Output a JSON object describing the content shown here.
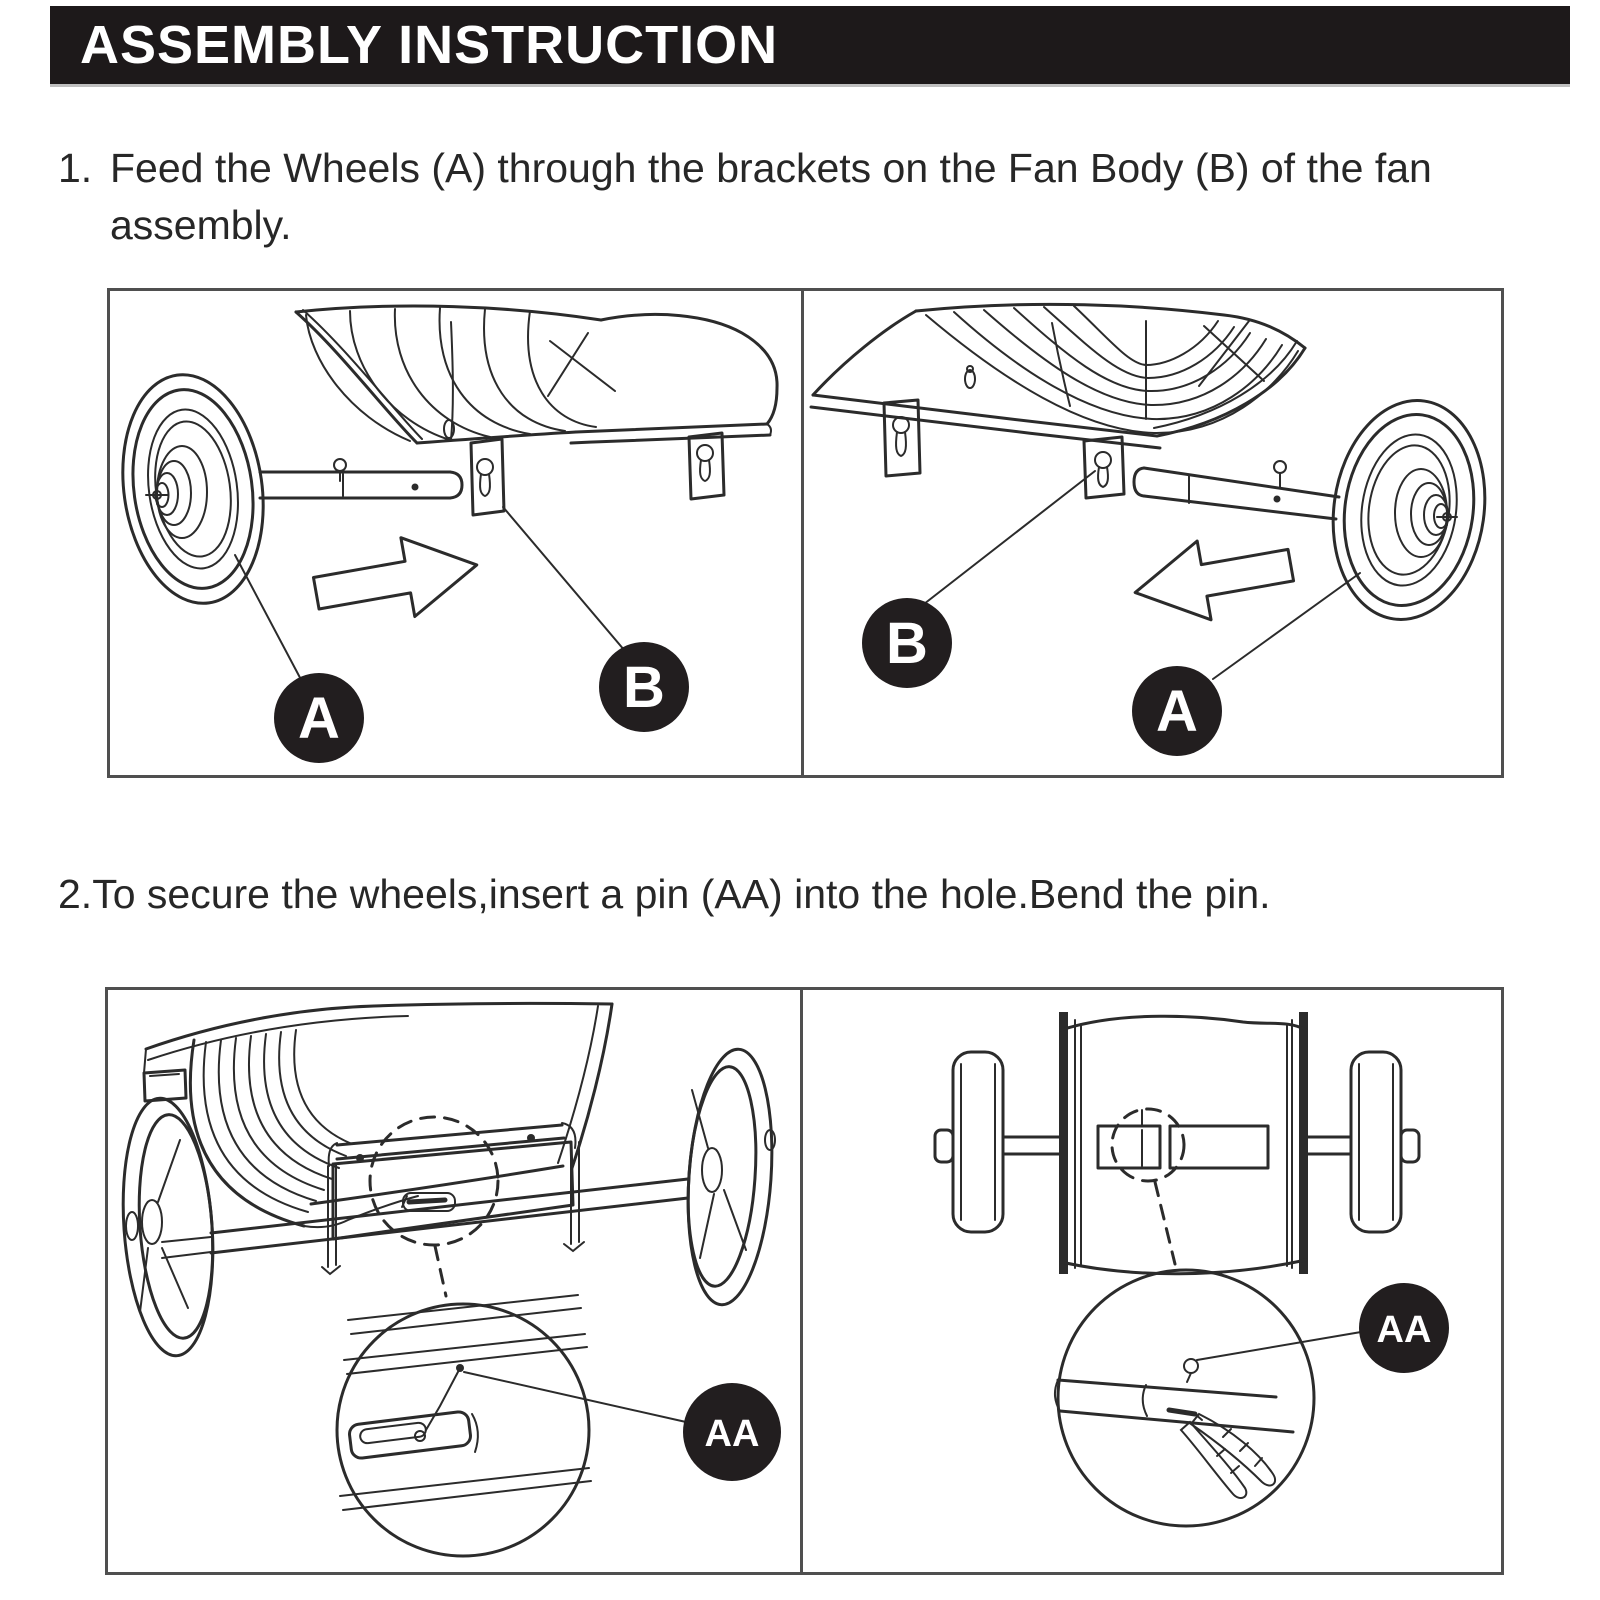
{
  "header": {
    "title": "ASSEMBLY INSTRUCTION"
  },
  "steps": [
    {
      "marker": "1.",
      "lines": [
        "Feed the Wheels (A) through the brackets on the Fan Body (B) of the fan",
        "assembly."
      ]
    },
    {
      "marker": "2.",
      "lines": [
        "To secure the wheels,insert a pin (AA) into the hole.Bend the pin."
      ]
    }
  ],
  "part_labels": {
    "wheel": "A",
    "fan_body": "B",
    "pin": "AA"
  },
  "icons": {
    "figure1_left_arrow_direction": "right",
    "figure1_right_arrow_direction": "left"
  },
  "colors": {
    "page_bg": "#ffffff",
    "header_bg": "#1d191a",
    "header_fg": "#ffffff",
    "ink": "#2b2b2b",
    "label_bg": "#221e1f",
    "label_fg": "#ffffff",
    "panel_border": "#4f4f4f"
  }
}
